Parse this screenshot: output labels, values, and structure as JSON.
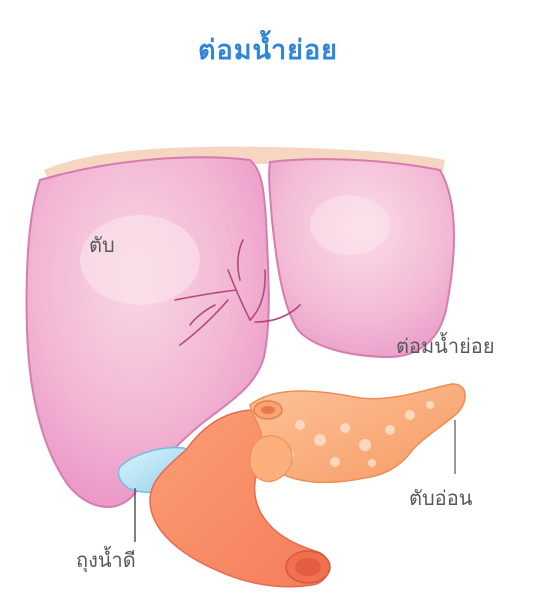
{
  "title": "ต่อมน้ำย่อย",
  "labels": {
    "liver": "ตับ",
    "digestive_gland": "ต่อมน้ำย่อย",
    "pancreas": "ตับอ่อน",
    "gallbladder": "ถุงน้ำดี"
  },
  "colors": {
    "title": "#2f86d8",
    "liver": "#f0a3cf",
    "pancreas": "#f9a86a",
    "gallbladder": "#a8dcef",
    "label_text": "#585858"
  }
}
